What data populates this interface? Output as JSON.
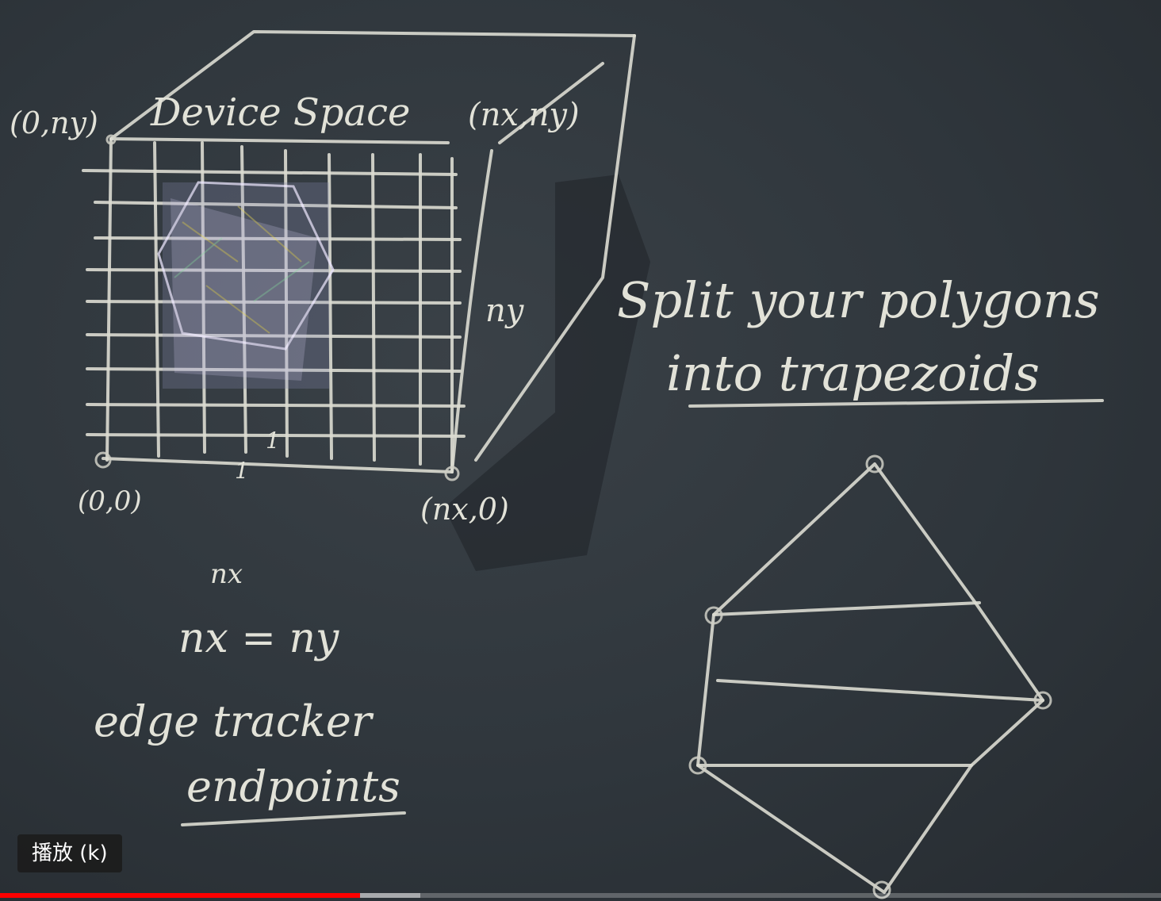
{
  "video": {
    "tooltip_label": "播放 (k)",
    "played_fraction": 0.31,
    "buffered_fraction": 0.362,
    "accent_color": "#ff0000"
  },
  "board": {
    "title": "Device Space",
    "corner_top_left": "(0,ny)",
    "corner_top_right": "(nx,ny)",
    "corner_bottom_left": "(0,0)",
    "corner_bottom_right": "(nx,0)",
    "axis_tick_x": "1",
    "axis_tick_y": "1",
    "side_label": "ny",
    "bottom_label": "nx",
    "equation": "nx = ny",
    "note_line1": "edge tracker",
    "note_line2": "endpoints",
    "heading_line1": "Split your polygons",
    "heading_line2": "into trapezoids"
  }
}
